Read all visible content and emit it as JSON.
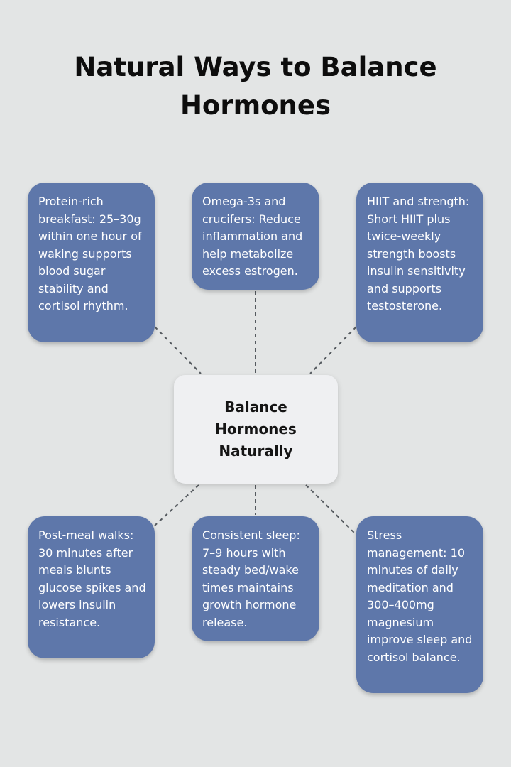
{
  "title": "Natural Ways to Balance Hormones",
  "center": {
    "label": "Balance Hormones Naturally"
  },
  "nodes": [
    {
      "text": "Protein-rich breakfast: 25–30g within one hour of waking supports blood sugar stability and cortisol rhythm."
    },
    {
      "text": "Omega-3s and crucifers: Reduce inflammation and help metabolize excess estrogen."
    },
    {
      "text": "HIIT and strength: Short HIIT plus twice-weekly strength boosts insulin sensitivity and supports testosterone."
    },
    {
      "text": "Post-meal walks: 30 minutes after meals blunts glucose spikes and lowers insulin resistance."
    },
    {
      "text": "Consistent sleep: 7–9 hours with steady bed/wake times maintains growth hormone release."
    },
    {
      "text": "Stress management: 10 minutes of daily meditation and 300–400mg magnesium improve sleep and cortisol balance."
    }
  ],
  "colors": {
    "background": "#e3e5e5",
    "node_fill": "#5e77aa",
    "center_fill": "#eff0f2",
    "connector": "#555a5f"
  }
}
